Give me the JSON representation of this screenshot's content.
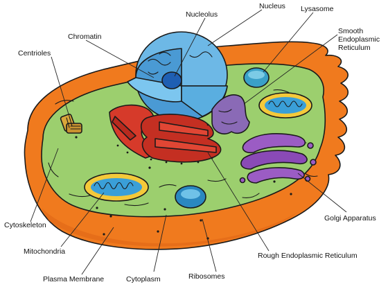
{
  "labels": {
    "nucleus": "Nucleus",
    "nucleolus": "Nucleolus",
    "lysosome": "Lysasome",
    "smooth_er": "Smooth\nEndoplasmic\nReticulum",
    "chromatin": "Chromatin",
    "centrioles": "Centrioles",
    "golgi": "Golgi Apparatus",
    "cytoskeleton": "Cytoskeleton",
    "mitochondria": "Mitochondria",
    "plasma_membrane": "Plasma Membrane",
    "cytoplasm": "Cytoplasm",
    "ribosomes": "Ribosomes",
    "rough_er": "Rough Endoplasmic Reticulum"
  },
  "colors": {
    "membrane": "#f07a1e",
    "membrane_dark": "#d9611a",
    "cytoplasm": "#9ccf6e",
    "nucleus": "#6db8e6",
    "nucleus_inner": "#4a9ad4",
    "nucleolus": "#1f5fb3",
    "rough_er": "#d63a2a",
    "golgi": "#9b5cc4",
    "mitochondria_outer": "#f4c93a",
    "mitochondria_inner": "#3a9fd8",
    "centrioles": "#d9a63a",
    "lysosome": "#3aa0c8"
  }
}
